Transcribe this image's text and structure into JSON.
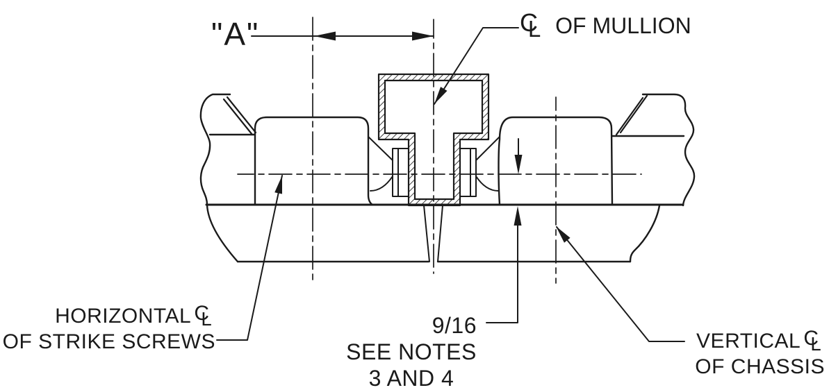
{
  "colors": {
    "ink": "#1a1a1a",
    "background": "#ffffff"
  },
  "labels": {
    "dim_a": "\"A\"",
    "cl_c": "C",
    "cl_l": "L",
    "mullion": "OF MULLION",
    "horizontal_line1": "HORIZONTAL",
    "horizontal_line2": "OF STRIKE SCREWS",
    "dim_916": "9/16",
    "notes_line1": "SEE NOTES",
    "notes_line2": "3 AND 4",
    "vertical_line1": "VERTICAL",
    "vertical_line2": "OF CHASSIS"
  }
}
